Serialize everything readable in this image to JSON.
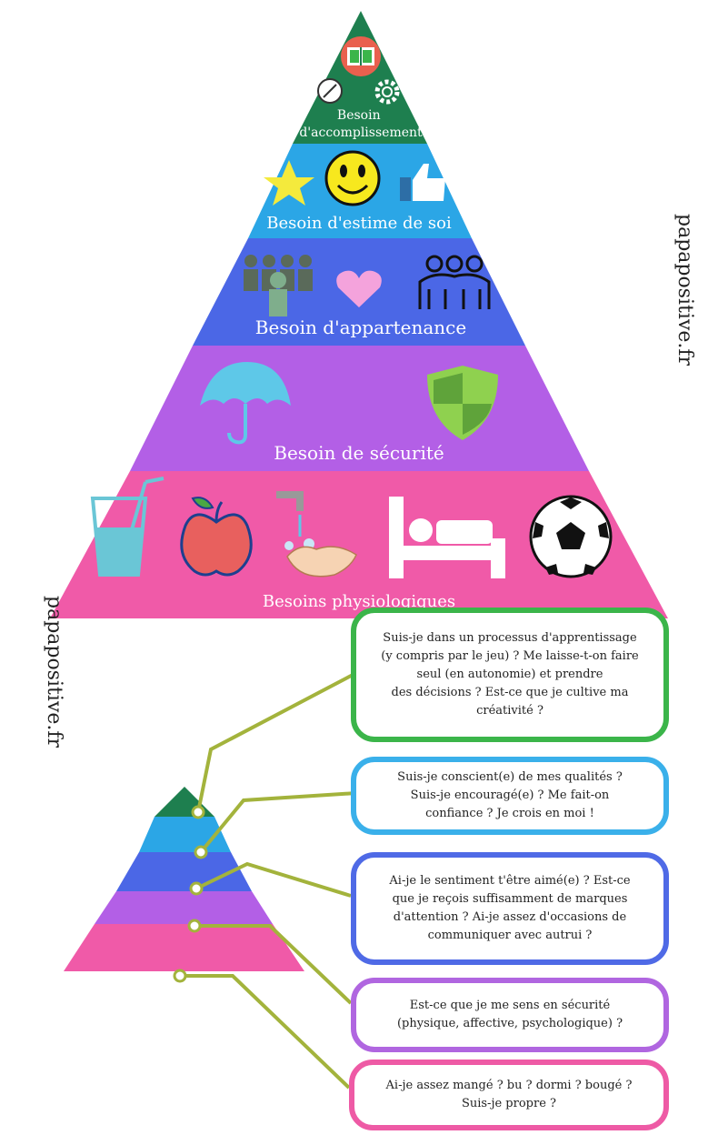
{
  "watermark": "papapositive.fr",
  "pyramid": {
    "tiers": [
      {
        "id": "accomplishment",
        "label_lines": [
          "Besoin",
          "d'accomplissement"
        ],
        "color": "#1e7f4f",
        "icons": [
          "book-head-icon",
          "compass-icon",
          "gear-icon"
        ]
      },
      {
        "id": "esteem",
        "label_lines": [
          "Besoin d'estime de soi"
        ],
        "color": "#2ba6e6",
        "icons": [
          "star-icon",
          "smiley-icon",
          "thumbs-up-icon"
        ]
      },
      {
        "id": "belonging",
        "label_lines": [
          "Besoin d'appartenance"
        ],
        "color": "#4b67e6",
        "icons": [
          "group-icon",
          "heart-icon",
          "family-icon"
        ]
      },
      {
        "id": "safety",
        "label_lines": [
          "Besoin de sécurité"
        ],
        "color": "#b35fe6",
        "icons": [
          "umbrella-icon",
          "shield-icon"
        ]
      },
      {
        "id": "physiological",
        "label_lines": [
          "Besoins physiologiques"
        ],
        "color": "#f05aa8",
        "icons": [
          "glass-icon",
          "apple-icon",
          "washing-hands-icon",
          "bed-icon",
          "football-icon"
        ]
      }
    ]
  },
  "small_pyramid_colors": [
    "#1e7f4f",
    "#2ba6e6",
    "#4b67e6",
    "#b35fe6",
    "#f05aa8"
  ],
  "connector_color": "#a3b33c",
  "questions": [
    {
      "tier": "accomplishment",
      "border": "#3bb54a",
      "text": "Suis-je dans un processus d'apprentissage\n(y compris par le jeu) ?  Me laisse-t-on faire\nseul (en autonomie) et prendre\ndes décisions ? Est-ce que je cultive ma\ncréativité ?"
    },
    {
      "tier": "esteem",
      "border": "#3ab0ea",
      "text": "Suis-je conscient(e) de mes qualités ?\nSuis-je encouragé(e) ? Me fait-on\nconfiance ? Je crois en moi !"
    },
    {
      "tier": "belonging",
      "border": "#4f6ae6",
      "text": "Ai-je le sentiment t'être aimé(e) ? Est-ce\nque je reçois suffisamment de marques\nd'attention ? Ai-je assez d'occasions de\ncommuniquer avec autrui ?"
    },
    {
      "tier": "safety",
      "border": "#b066e0",
      "text": "Est-ce que je me sens en sécurité\n(physique, affective, psychologique) ?"
    },
    {
      "tier": "physiological",
      "border": "#ee5aa5",
      "text": "Ai-je assez mangé ? bu ? dormi ? bougé ?\nSuis-je propre ?"
    }
  ]
}
